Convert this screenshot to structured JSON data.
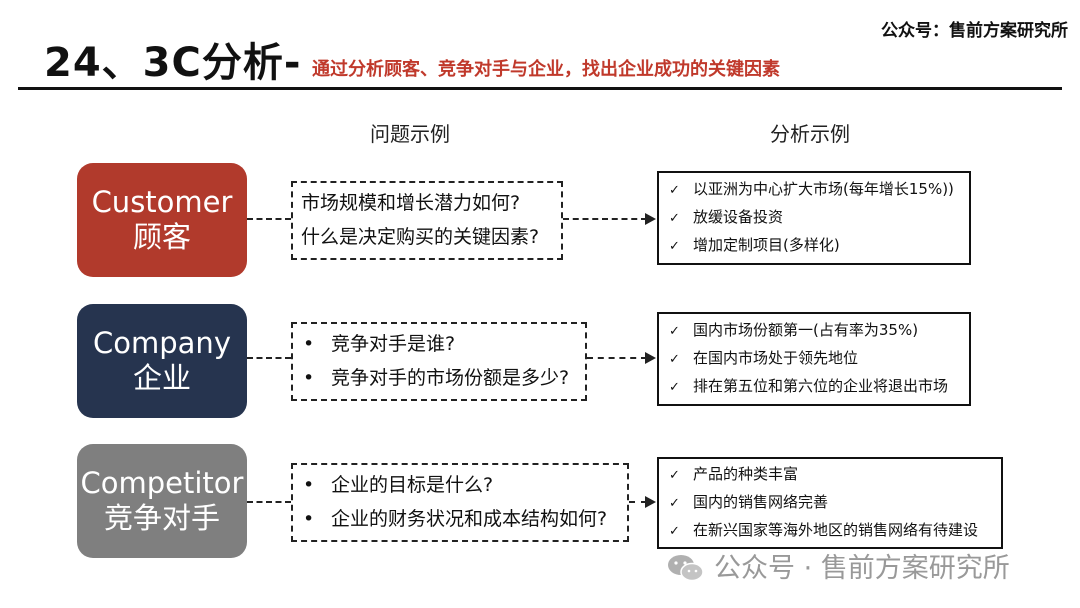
{
  "header": {
    "source": "公众号：售前方案研究所",
    "title": "24、3C分析-",
    "subtitle": "通过分析顾客、竞争对手与企业，找出企业成功的关键因素"
  },
  "columns": {
    "questions": "问题示例",
    "analysis": "分析示例"
  },
  "rows": [
    {
      "en": "Customer",
      "zh": "顾客",
      "color": "#b13a2c",
      "questions": [
        "市场规模和增长潜力如何?",
        "什么是决定购买的关键因素?"
      ],
      "analysis": [
        "以亚洲为中心扩大市场(每年增长15%))",
        "放缓设备投资",
        "增加定制项目(多样化)"
      ]
    },
    {
      "en": "Company",
      "zh": "企业",
      "color": "#26344f",
      "questions": [
        "竞争对手是谁?",
        "竞争对手的市场份额是多少?"
      ],
      "analysis": [
        "国内市场份额第一(占有率为35%)",
        "在国内市场处于领先地位",
        "排在第五位和第六位的企业将退出市场"
      ]
    },
    {
      "en": "Competitor",
      "zh": "竞争对手",
      "color": "#7f7f7f",
      "questions": [
        "企业的目标是什么?",
        "企业的财务状况和成本结构如何?"
      ],
      "analysis": [
        "产品的种类丰富",
        "国内的销售网络完善",
        "在新兴国家等海外地区的销售网络有待建设"
      ]
    }
  ],
  "watermark": "公众号 · 售前方案研究所"
}
